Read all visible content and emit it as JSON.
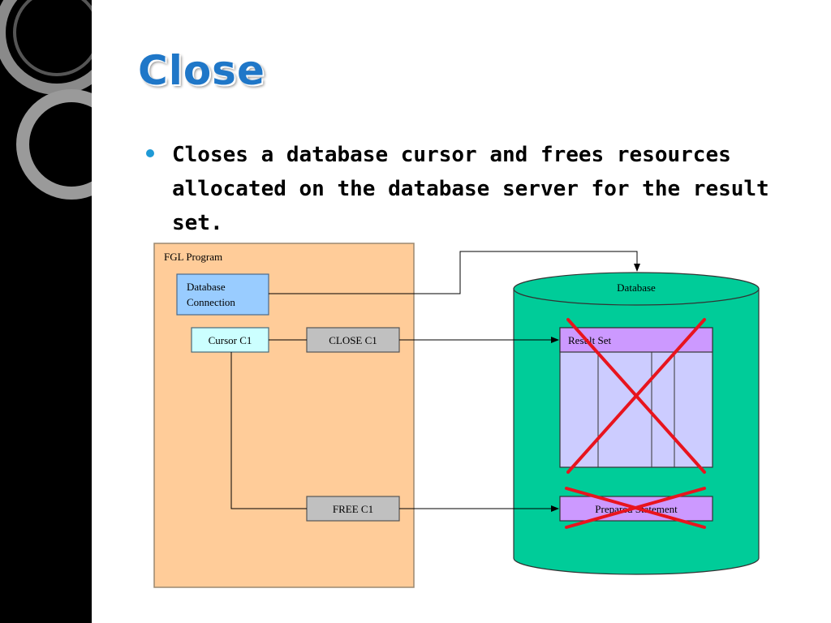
{
  "slide": {
    "title": "Close",
    "bullet": "Closes a database cursor and frees resources allocated on the database server for the result set."
  },
  "diagram": {
    "program_label": "FGL Program",
    "db_connection": [
      "Database",
      "Connection"
    ],
    "cursor": "Cursor C1",
    "close_stmt": "CLOSE C1",
    "free_stmt": "FREE C1",
    "database_label": "Database",
    "result_set": "Result Set",
    "prepared_statement": "Prepared Statement",
    "colors": {
      "program_bg": "#ffcc99",
      "connection_bg": "#99ccff",
      "cursor_bg": "#ccffff",
      "statement_bg": "#c0c0c0",
      "database_bg": "#00cc99",
      "result_header_bg": "#cc99ff",
      "result_body_bg": "#ccccff",
      "cross": "#e8141e",
      "title": "#1f77c8"
    }
  }
}
